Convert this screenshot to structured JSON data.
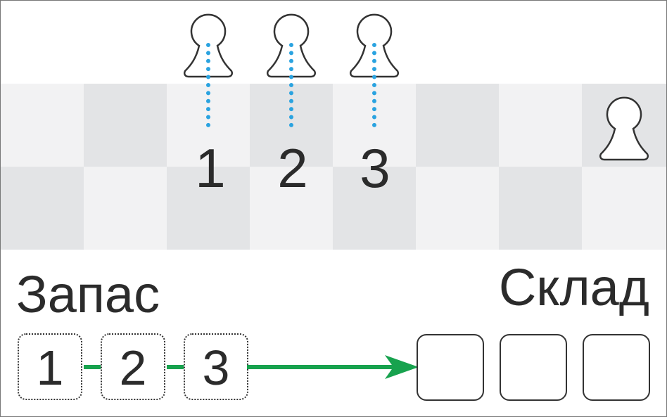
{
  "board": {
    "pawns_above_count": 3,
    "pawn_on_board_column": 8,
    "column_numbers": [
      "1",
      "2",
      "3"
    ]
  },
  "reserve": {
    "label": "Запас",
    "slots": [
      "1",
      "2",
      "3"
    ]
  },
  "storage": {
    "label": "Склад",
    "slots_count": 3
  },
  "colors": {
    "board_dark": "#e3e4e6",
    "board_light": "#f2f2f3",
    "guide_line": "#2aa3e0",
    "arrow": "#17a24e",
    "text": "#2b2b2b"
  },
  "icons": [
    "pawn-icon",
    "arrow-right-icon"
  ]
}
